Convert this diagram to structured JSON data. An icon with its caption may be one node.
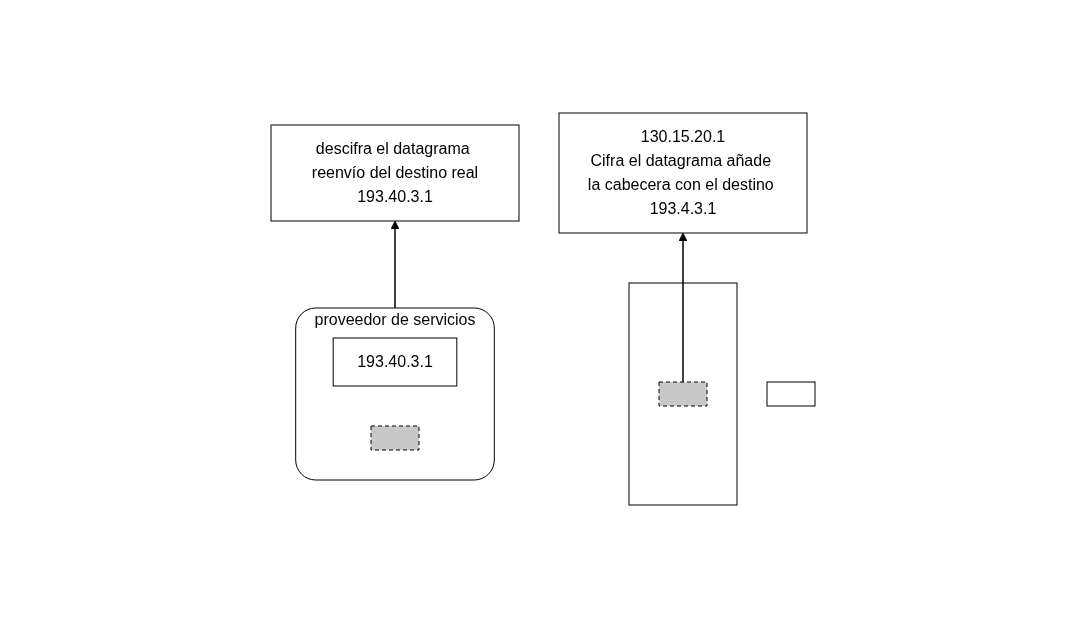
{
  "diagram": {
    "nodes": [
      {
        "text": [],
        "shape": "box"
      },
      {
        "text": [
          "descifra el datagrama reenvío del destino real",
          "193.40.3.1"
        ]
      },
      {
        "text": [
          "proveedor de servicios"
        ]
      },
      {
        "text": [
          "193.40.3.1"
        ],
        "in": 2
      },
      {
        "text": [],
        "shape": "box",
        "in": 2
      },
      {
        "text": [
          "130.15.20.1",
          "Cifra el datagrama añade la cabecera con el destino 193.4.3.1"
        ]
      },
      {
        "text": [],
        "shape": "box"
      },
      {
        "text": [],
        "shape": "box",
        "in": 6
      }
    ],
    "edges": [
      {
        "from": 2,
        "to": 1,
        "arrow": "to"
      },
      {
        "from": 7,
        "to": 5,
        "arrow": "to"
      }
    ]
  }
}
